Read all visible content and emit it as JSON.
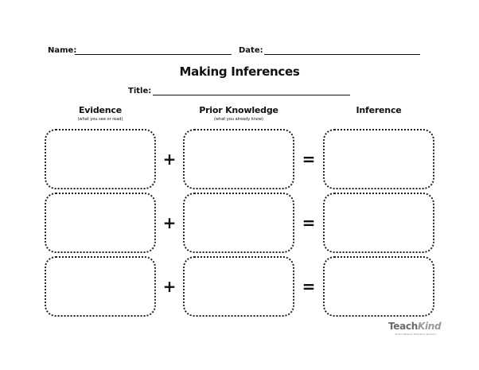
{
  "header": {
    "name_label": "Name:",
    "date_label": "Date:"
  },
  "worksheet": {
    "title": "Making Inferences",
    "title_label": "Title:"
  },
  "columns": [
    {
      "heading": "Evidence",
      "subheading": "(what you see or read)"
    },
    {
      "heading": "Prior Knowledge",
      "subheading": "(what you already know)"
    },
    {
      "heading": "Inference",
      "subheading": ""
    }
  ],
  "operators": {
    "plus": "+",
    "equals": "="
  },
  "brand": {
    "teach": "Teach",
    "kind": "Kind",
    "tagline": "All Pro Network Education Division"
  }
}
